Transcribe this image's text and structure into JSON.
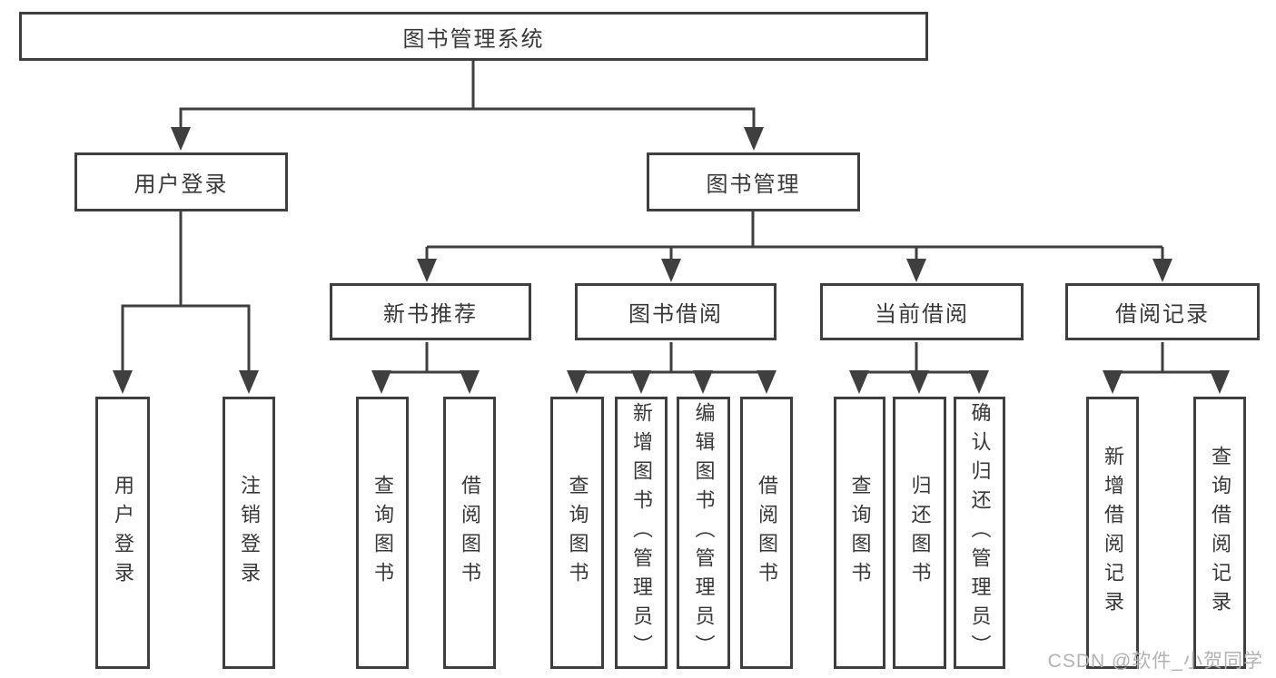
{
  "diagram": {
    "root": {
      "label": "图书管理系统"
    },
    "level1": [
      {
        "label": "用户登录"
      },
      {
        "label": "图书管理"
      }
    ],
    "level2": [
      {
        "label": "新书推荐"
      },
      {
        "label": "图书借阅"
      },
      {
        "label": "当前借阅"
      },
      {
        "label": "借阅记录"
      }
    ],
    "leaves": [
      {
        "label": "用户登录"
      },
      {
        "label": "注销登录"
      },
      {
        "label": "查询图书"
      },
      {
        "label": "借阅图书"
      },
      {
        "label": "查询图书"
      },
      {
        "label": "新增图书（管理员）"
      },
      {
        "label": "编辑图书（管理员）"
      },
      {
        "label": "借阅图书"
      },
      {
        "label": "查询图书"
      },
      {
        "label": "归还图书"
      },
      {
        "label": "确认归还（管理员）"
      },
      {
        "label": "新增借阅记录"
      },
      {
        "label": "查询借阅记录"
      }
    ]
  },
  "watermark": "CSDN @软件_小贺同学",
  "colors": {
    "line": "#3f3f3f",
    "text": "#383838",
    "background": "#ffffff",
    "watermark": "#b2b2b2"
  }
}
